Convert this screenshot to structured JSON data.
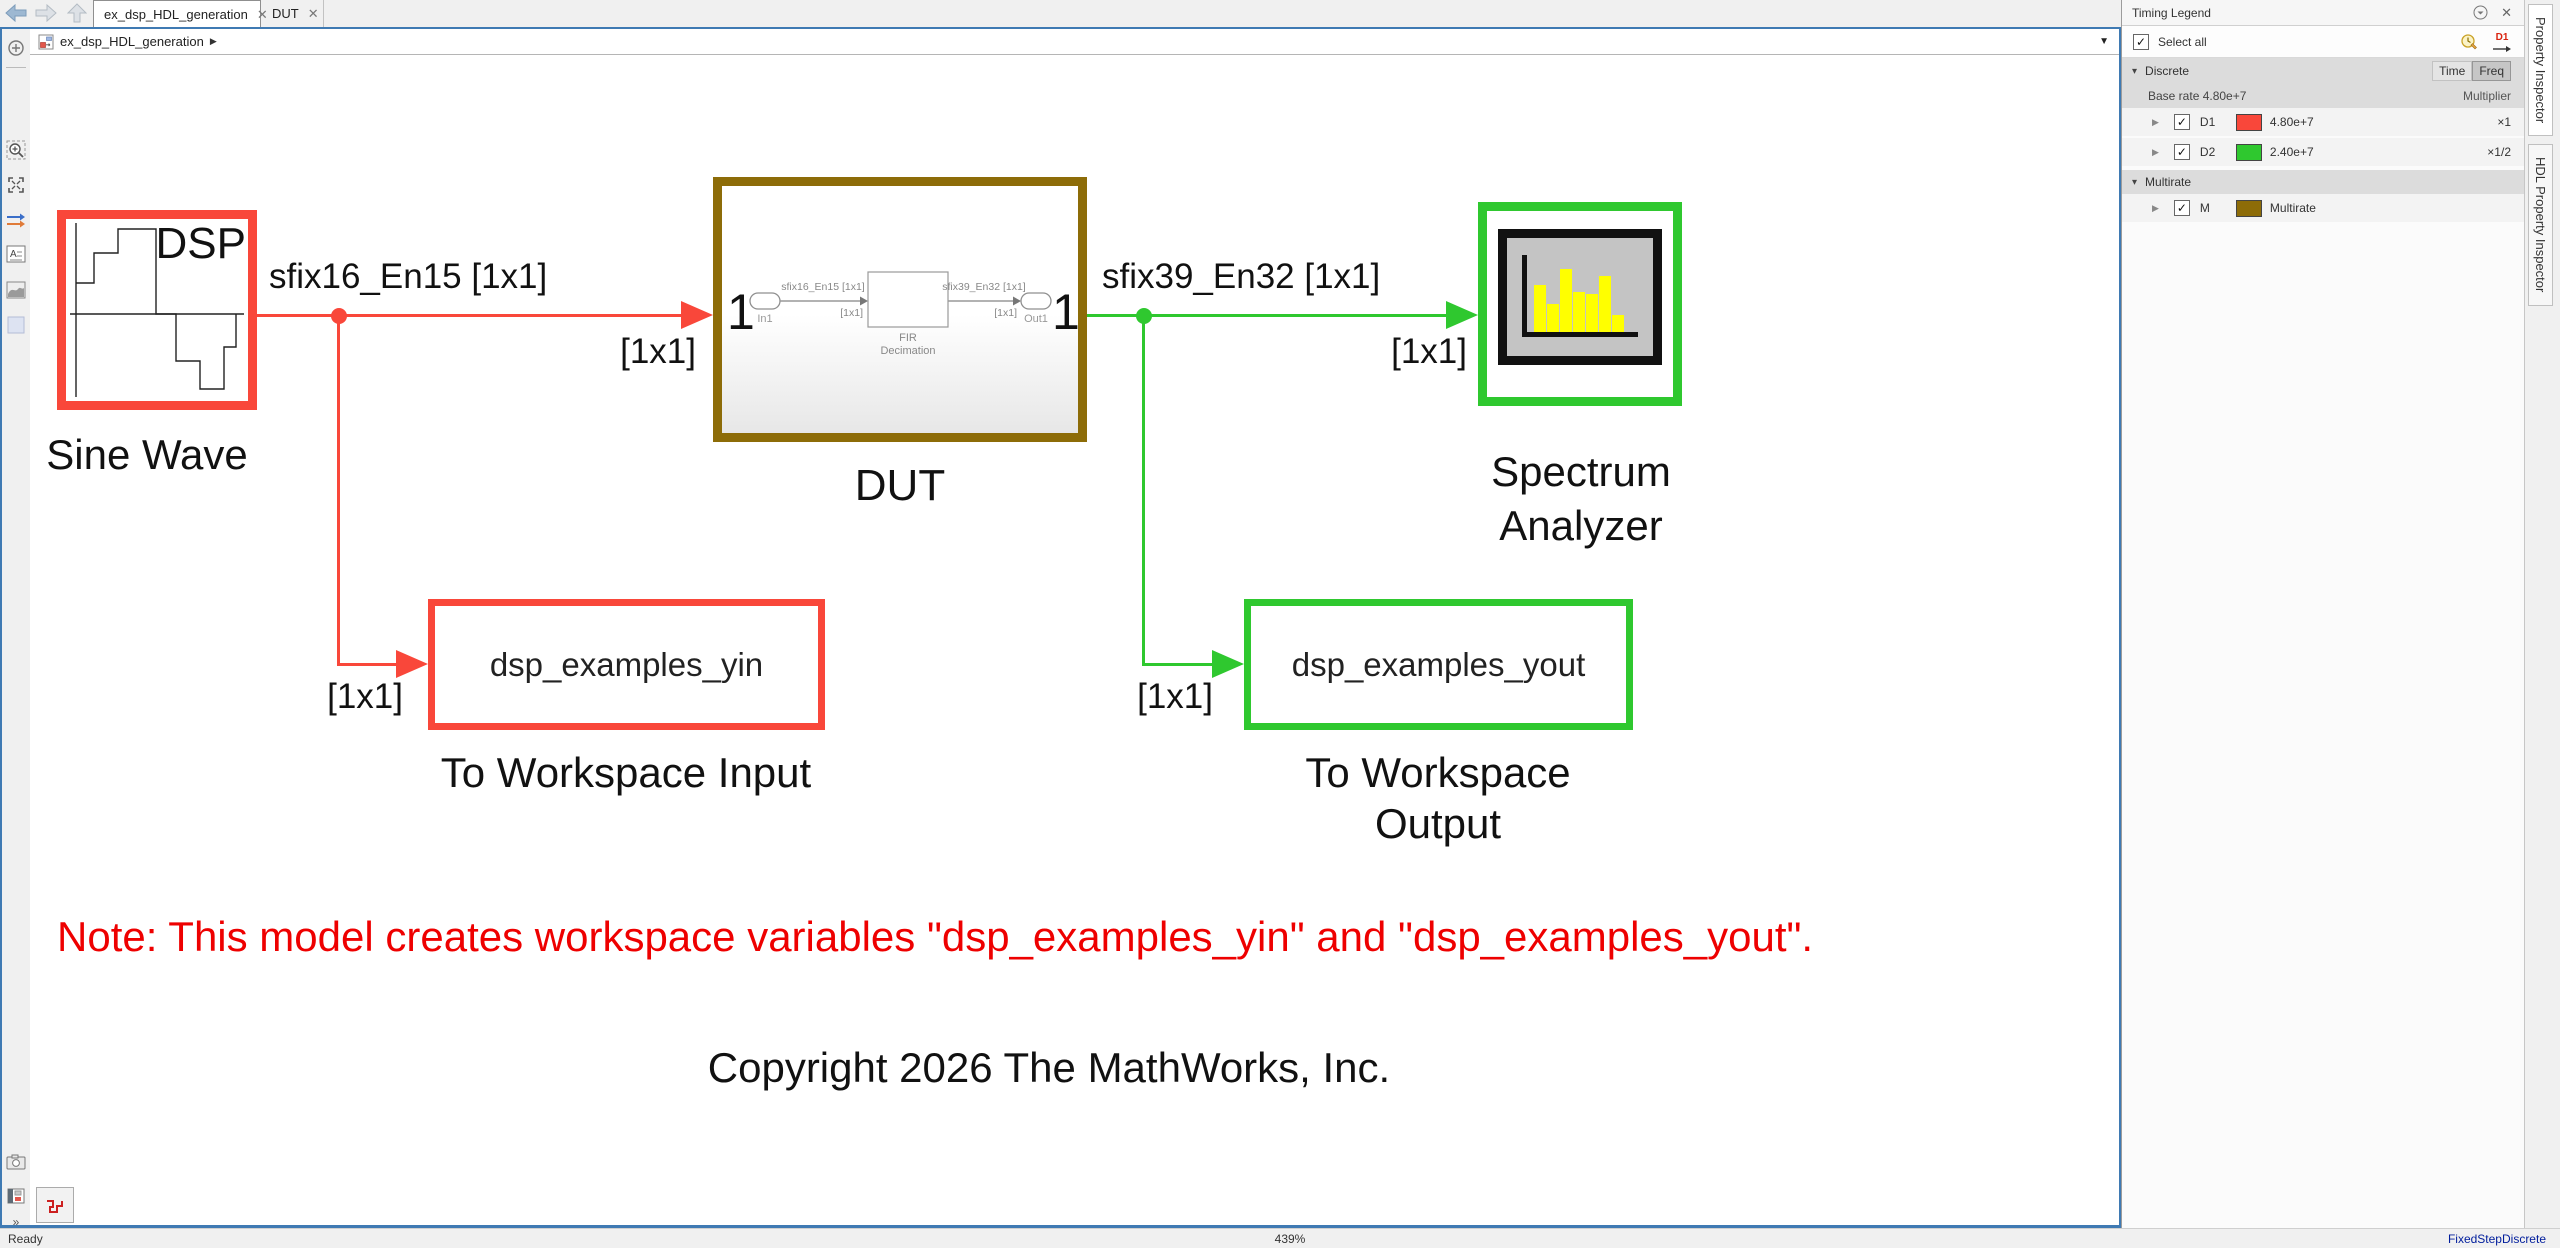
{
  "window": {
    "tabs": [
      {
        "label": "ex_dsp_HDL_generation"
      },
      {
        "label": "DUT"
      }
    ],
    "breadcrumb": "ex_dsp_HDL_generation"
  },
  "statusbar": {
    "state": "Ready",
    "zoom": "439%",
    "solver": "FixedStepDiscrete"
  },
  "canvas": {
    "sine": {
      "badge": "DSP",
      "label": "Sine Wave"
    },
    "dut": {
      "label": "DUT",
      "port_in": "1",
      "port_out": "1",
      "inner": {
        "in_name": "In1",
        "in_sig": "sfix16_En15 [1x1]",
        "in_dim": "[1x1]",
        "fir1": "FIR",
        "fir2": "Decimation",
        "out_sig": "sfix39_En32 [1x1]",
        "out_dim": "[1x1]",
        "out_name": "Out1"
      }
    },
    "spectrum": {
      "label": "Spectrum Analyzer"
    },
    "tw_in": {
      "value": "dsp_examples_yin",
      "label": "To Workspace Input"
    },
    "tw_out": {
      "value": "dsp_examples_yout",
      "label": "To Workspace Output"
    },
    "sig": {
      "in_type": "sfix16_En15 [1x1]",
      "in_dim": "[1x1]",
      "in_branch": "[1x1]",
      "out_type": "sfix39_En32 [1x1]",
      "out_dim": "[1x1]",
      "out_branch": "[1x1]"
    },
    "note": "Note: This model creates workspace variables \"dsp_examples_yin\" and \"dsp_examples_yout\".",
    "copyright": "Copyright 2026 The MathWorks, Inc."
  },
  "timing_legend": {
    "title": "Timing Legend",
    "select_all": "Select all",
    "d1_badge": "D1",
    "discrete": {
      "name": "Discrete",
      "time": "Time",
      "freq": "Freq",
      "base_rate": "Base rate 4.80e+7",
      "multiplier": "Multiplier",
      "rows": [
        {
          "id": "D1",
          "rate": "4.80e+7",
          "mult": "×1"
        },
        {
          "id": "D2",
          "rate": "2.40e+7",
          "mult": "×1/2"
        }
      ]
    },
    "multirate": {
      "name": "Multirate",
      "rows": [
        {
          "id": "M",
          "rate": "Multirate",
          "mult": ""
        }
      ]
    }
  },
  "right_tabs": {
    "t1": "Property Inspector",
    "t2": "HDL Property Inspector"
  },
  "colors": {
    "d1": "#f9473a",
    "d2": "#2fc82f",
    "multirate": "#8d6c08",
    "note": "#ee0000",
    "solver": "#001d9c"
  }
}
